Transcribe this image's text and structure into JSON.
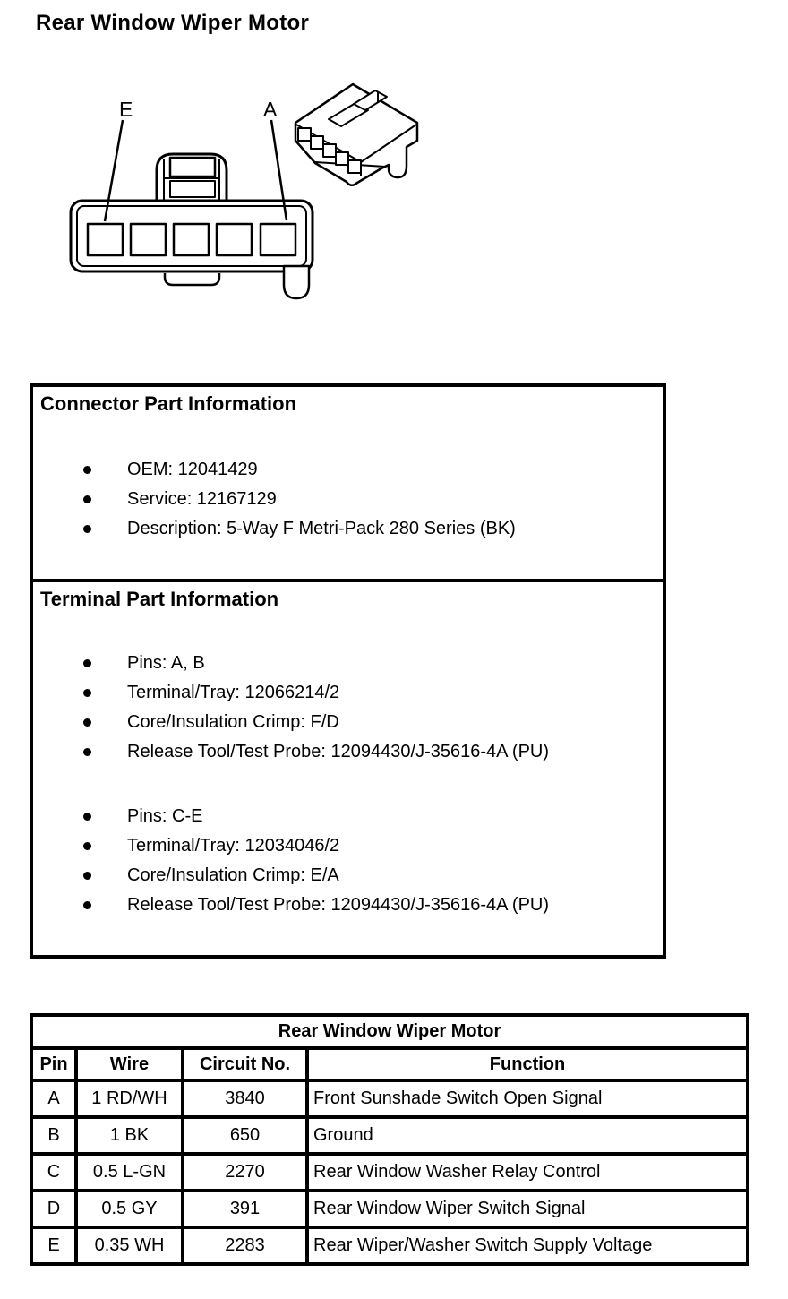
{
  "page": {
    "title": "Rear Window Wiper Motor"
  },
  "colors": {
    "ink": "#000000",
    "paper": "#ffffff"
  },
  "diagram": {
    "description": "5-way connector, face view with pin cavities plus isometric view",
    "label_e": "E",
    "label_a": "A"
  },
  "connector_info": {
    "heading": "Connector Part Information",
    "items": [
      "OEM: 12041429",
      "Service: 12167129",
      "Description: 5-Way F Metri-Pack 280 Series (BK)"
    ]
  },
  "terminal_info": {
    "heading": "Terminal Part Information",
    "groups": [
      {
        "items": [
          "Pins: A, B",
          "Terminal/Tray: 12066214/2",
          "Core/Insulation Crimp: F/D",
          "Release Tool/Test Probe: 12094430/J-35616-4A (PU)"
        ]
      },
      {
        "items": [
          "Pins: C-E",
          "Terminal/Tray: 12034046/2",
          "Core/Insulation Crimp: E/A",
          "Release Tool/Test Probe: 12094430/J-35616-4A (PU)"
        ]
      }
    ]
  },
  "pin_table": {
    "title": "Rear Window Wiper Motor",
    "columns": [
      "Pin",
      "Wire",
      "Circuit No.",
      "Function"
    ],
    "rows": [
      [
        "A",
        "1 RD/WH",
        "3840",
        "Front Sunshade Switch Open Signal"
      ],
      [
        "B",
        "1 BK",
        "650",
        "Ground"
      ],
      [
        "C",
        "0.5 L-GN",
        "2270",
        "Rear Window Washer Relay Control"
      ],
      [
        "D",
        "0.5 GY",
        "391",
        "Rear Window Wiper Switch Signal"
      ],
      [
        "E",
        "0.35 WH",
        "2283",
        "Rear Wiper/Washer Switch Supply Voltage"
      ]
    ]
  }
}
